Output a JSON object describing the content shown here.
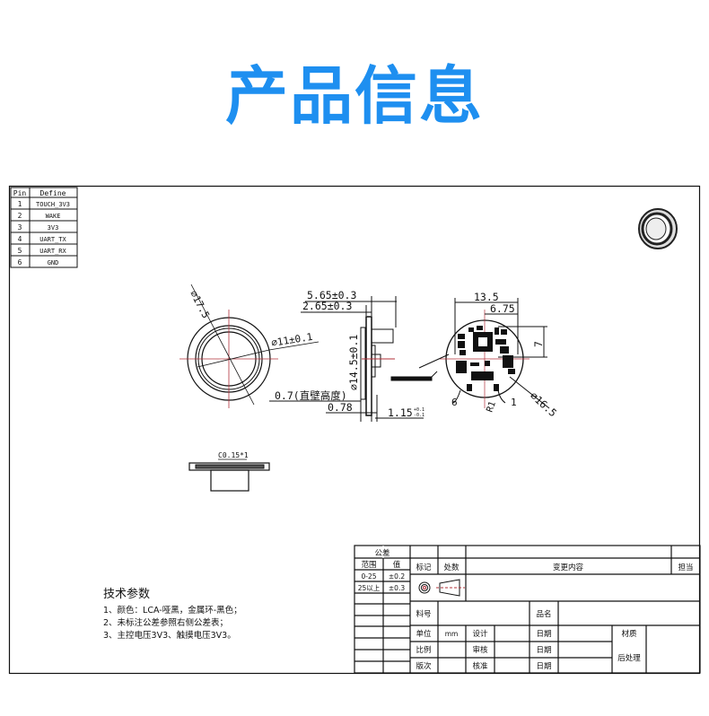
{
  "title": "产品信息",
  "pin_table": {
    "headers": [
      "Pin",
      "Define"
    ],
    "rows": [
      [
        "1",
        "TOUCH_3V3"
      ],
      [
        "2",
        "WAKE"
      ],
      [
        "3",
        "3V3"
      ],
      [
        "4",
        "UART_TX"
      ],
      [
        "5",
        "UART_RX"
      ],
      [
        "6",
        "GND"
      ]
    ]
  },
  "dimensions": {
    "outer_diameter": "⌀17.5",
    "inner_diameter": "⌀11±0.1",
    "depth_total": "5.65±0.3",
    "depth_front": "2.65±0.3",
    "body_diameter": "⌀14.5±0.1",
    "wall_height": "0.7(直壁高度)",
    "thickness_a": "0.78",
    "thickness_b": "1.15",
    "thickness_b_tol_top": "+0.1",
    "thickness_b_tol_bottom": "-0.1",
    "width_total": "13.5",
    "width_half": "6.75",
    "height_offset": "7",
    "pcb_diameter": "⌀16.5",
    "radius": "R1",
    "pin_first": "1",
    "pin_last": "6",
    "chamfer": "C0.15*1"
  },
  "tech_params": {
    "heading": "技术参数",
    "items": [
      "1、颜色：LCA-哑黑，金属环-黑色；",
      "2、未标注公差参照右侧公差表；",
      "3、主控电压3V3、触摸电压3V3。"
    ]
  },
  "title_block": {
    "tolerance_header": "公差",
    "range_label": "范围",
    "value_label": "值",
    "tolerances": [
      [
        "0-25",
        "±0.2"
      ],
      [
        "25以上",
        "±0.3"
      ]
    ],
    "mark_label": "标记",
    "count_label": "处数",
    "change_label": "变更内容",
    "sign_label": "担当",
    "part_no_label": "料号",
    "product_name_label": "品名",
    "unit_label": "单位",
    "unit_value": "mm",
    "design_label": "设计",
    "date_label_1": "日期",
    "material_label": "材质",
    "scale_label": "比例",
    "review_label": "审核",
    "date_label_2": "日期",
    "post_process_label": "后处理",
    "version_label": "版次",
    "approve_label": "核准",
    "date_label_3": "日期"
  },
  "colors": {
    "title": "#1e8ff0",
    "centerline": "#b0303a",
    "line": "#111111"
  }
}
